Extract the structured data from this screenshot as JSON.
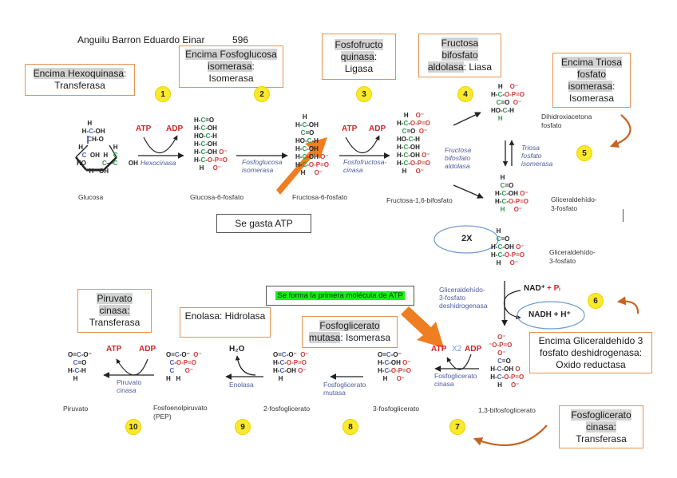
{
  "header": {
    "author": "Anguilu Barron Eduardo Einar",
    "number": "596"
  },
  "enzyme_boxes": [
    {
      "id": "hexoquinasa",
      "lines": [
        [
          "Encima Hexoquinasa",
          ":"
        ],
        [
          "Transferasa",
          ""
        ]
      ]
    },
    {
      "id": "fosfoglucosa-isomerasa",
      "lines": [
        [
          "Encima Fosfoglucosa",
          ""
        ],
        [
          "isomerasa",
          ":"
        ],
        [
          "Isomerasa",
          ""
        ]
      ]
    },
    {
      "id": "fosfofructoquinasa",
      "lines": [
        [
          "Fosfofructo",
          ""
        ],
        [
          "quinasa",
          ":"
        ],
        [
          "Ligasa",
          ""
        ]
      ]
    },
    {
      "id": "aldolasa",
      "lines": [
        [
          "Fructosa",
          ""
        ],
        [
          "bifosfato",
          ""
        ],
        [
          "aldolasa",
          ": Liasa"
        ]
      ]
    },
    {
      "id": "triosa-isomerasa",
      "lines": [
        [
          "Encima Triosa",
          ""
        ],
        [
          "fosfato",
          ""
        ],
        [
          "isomerasa",
          ":"
        ],
        [
          "Isomerasa",
          ""
        ]
      ]
    },
    {
      "id": "gapdh",
      "lines": [
        [
          "",
          "Encima Gliceraldehído 3"
        ],
        [
          "",
          "fosfato deshidrogenasa:"
        ],
        [
          "",
          "Oxido reductasa"
        ]
      ]
    },
    {
      "id": "fosfoglicerato-cinasa",
      "lines": [
        [
          "Fosfoglicerato",
          ""
        ],
        [
          "cinasa:",
          ""
        ],
        [
          "Transferasa",
          ""
        ]
      ]
    },
    {
      "id": "fosfoglicerato-mutasa",
      "lines": [
        [
          "Fosfoglicerato",
          ""
        ],
        [
          "mutasa",
          ": Isomerasa"
        ]
      ]
    },
    {
      "id": "enolasa",
      "lines": [
        [
          "",
          "Enolasa: Hidrolasa"
        ]
      ]
    },
    {
      "id": "piruvato-cinasa",
      "lines": [
        [
          "Piruvato",
          ""
        ],
        [
          "cinasa:",
          ""
        ],
        [
          "",
          "Transferasa"
        ]
      ]
    }
  ],
  "notes": {
    "se_gasta_atp": "Se gasta ATP",
    "primera_atp": "Se forma la primera molécula de ATP",
    "two_x": "2X",
    "nadh": "NADH + H⁺"
  },
  "steps": [
    "1",
    "2",
    "3",
    "4",
    "5",
    "6",
    "7",
    "8",
    "9",
    "10"
  ],
  "molecules": {
    "glucosa": "Glucosa",
    "g6p": "Glucosa-6-fosfato",
    "f6p": "Fructosa-6-fosfato",
    "f16bp": "Fructosa-1,6-bifosfato",
    "dhap": [
      "Dihidroxiacetona",
      "fosfato"
    ],
    "g3p": [
      "Gliceraldehído-",
      "3-fosfato"
    ],
    "g3p_b": [
      "Gliceraldehído-",
      "3-fosfato"
    ],
    "bpg": "1,3-bifosfoglicerato",
    "pg3": "3-fosfoglicerato",
    "pg2": "2-fosfoglicerato",
    "pep": [
      "Fosfoenolpiruvato",
      "(PEP)"
    ],
    "piruvato": "Piruvato"
  },
  "enzyme_labels": {
    "hexocinasa": "Hexocinasa",
    "fosfoglucosa": [
      "Fosfoglucosa",
      "isomerasa"
    ],
    "fosfofructo": [
      "Fosfofructosa-",
      "cinasa"
    ],
    "aldolasa": [
      "Fructosa",
      "bifosfato",
      "aldolasa"
    ],
    "triosa": [
      "Triosa",
      "fosfato",
      "isomerasa"
    ],
    "gapdh": [
      "Gliceraldehído-",
      "3-fosfato",
      "deshidrogenasa"
    ],
    "pgk": [
      "Fosfoglicerato",
      "cinasa"
    ],
    "pgm": [
      "Fosfoglicerato",
      "mutasa"
    ],
    "enolasa": "Enolasa",
    "pk": [
      "Piruvato",
      "cinasa"
    ]
  },
  "cofactors": {
    "atp": "ATP",
    "adp": "ADP",
    "x2": "X2",
    "h2o": "H₂O",
    "nad": "NAD⁺",
    "pi": "+ Pᵢ"
  },
  "colors": {
    "box_border": "#e8924f",
    "big_arrow": "#ef7d22",
    "curved_arrow": "#c8631f",
    "step_circle": "#fbe92b",
    "highlight_green": "#16f016",
    "ellipse": "#6e9bd1",
    "cofactor_red": "#d02626",
    "enzyme_blue": "#4f5b9b"
  }
}
